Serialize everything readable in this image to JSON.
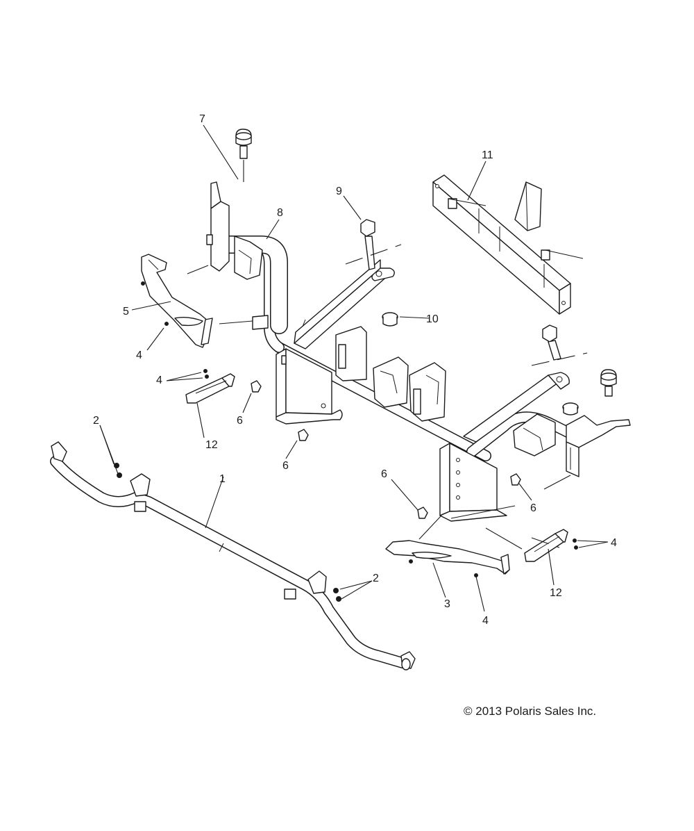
{
  "callouts": {
    "c1": "1",
    "c2a": "2",
    "c2b": "2",
    "c3": "3",
    "c4a": "4",
    "c4b": "4",
    "c4c": "4",
    "c4d": "4",
    "c5": "5",
    "c6a": "6",
    "c6b": "6",
    "c6c": "6",
    "c6d": "6",
    "c7": "7",
    "c8": "8",
    "c9": "9",
    "c10": "10",
    "c11": "11",
    "c12a": "12",
    "c12b": "12"
  },
  "copyright": "© 2013 Polaris Sales Inc."
}
